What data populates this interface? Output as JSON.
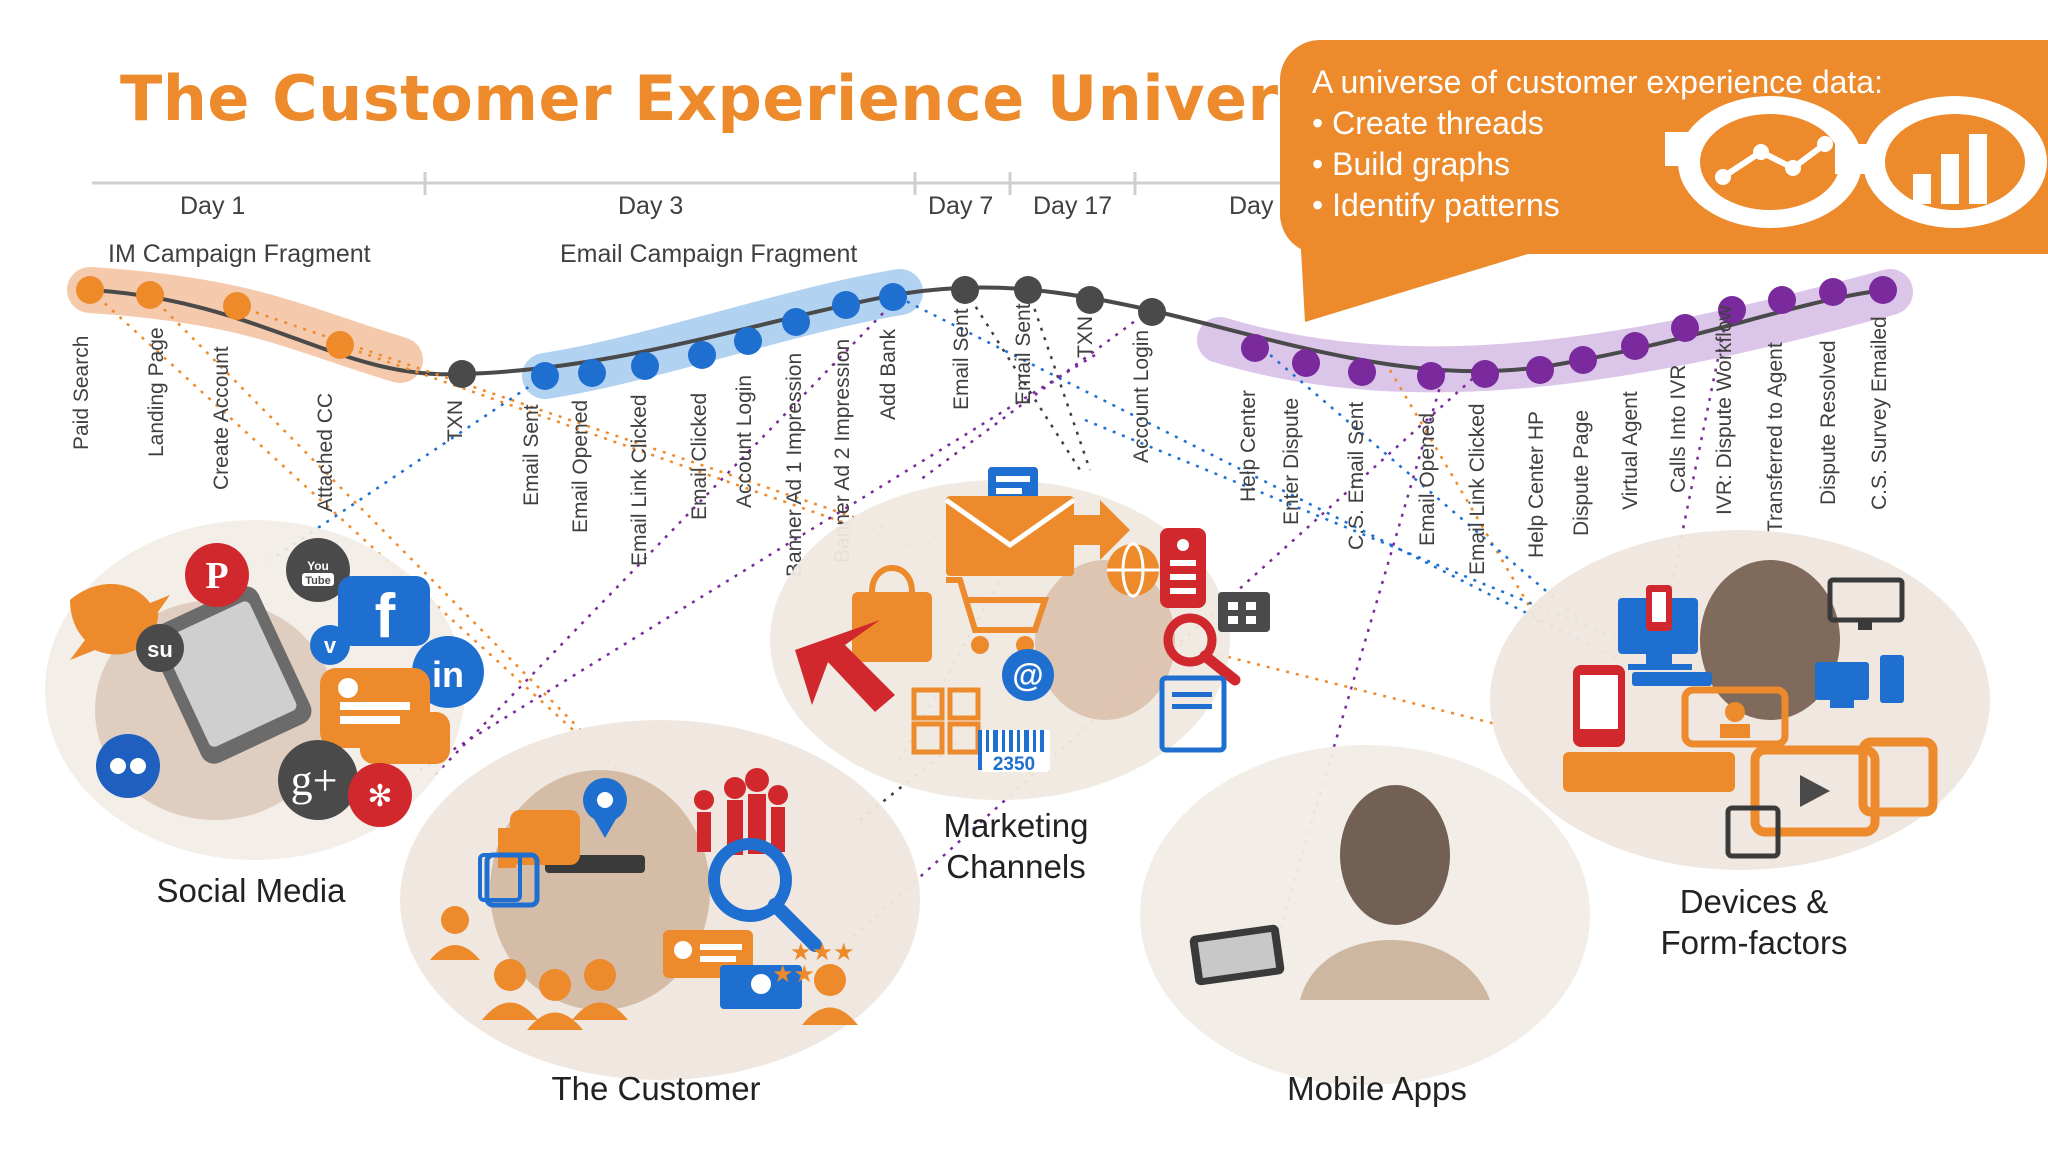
{
  "title": "The Customer Experience Universe",
  "days": [
    "Day 1",
    "Day 3",
    "Day 7",
    "Day 17",
    "Day"
  ],
  "fragments": [
    "IM Campaign Fragment",
    "Email Campaign Fragment"
  ],
  "callout": {
    "heading": "A universe of customer experience data:",
    "bullets": [
      "• Create threads",
      "• Build graphs",
      "• Identify patterns"
    ]
  },
  "events": [
    "Paid Search",
    "Landing Page",
    "Create Account",
    "Attached CC",
    "TXN",
    "Email Sent",
    "Email Opened",
    "Email Link Clicked",
    "Email Clicked",
    "Account Login",
    "Banner Ad 1 Impression",
    "Banner Ad 2 Impression",
    "Add Bank",
    "Email Sent",
    "Email Sent",
    "TXN",
    "Account Login",
    "Help Center",
    "Enter Dispute",
    "C.S. Email Sent",
    "Email Opened",
    "Email Link Clicked",
    "Help Center HP",
    "Dispute Page",
    "Virtual Agent",
    "Calls Into IVR",
    "IVR: Dispute Workflow",
    "Transferred to Agent",
    "Dispute Resolved",
    "C.S. Survey Emailed"
  ],
  "categories": {
    "social": "Social Media",
    "customer": "The Customer",
    "marketing_1": "Marketing",
    "marketing_2": "Channels",
    "mobile": "Mobile Apps",
    "devices_1": "Devices &",
    "devices_2": "Form-factors"
  },
  "icons": {
    "youtube_1": "You",
    "youtube_2": "Tube",
    "ticket": "2350"
  },
  "colors": {
    "accent": "#ec8a2c",
    "orange_node": "#ef8a2a",
    "blue_node": "#1f6fd1",
    "purple_node": "#7a2a9c",
    "gray_node": "#4a4a4a"
  }
}
